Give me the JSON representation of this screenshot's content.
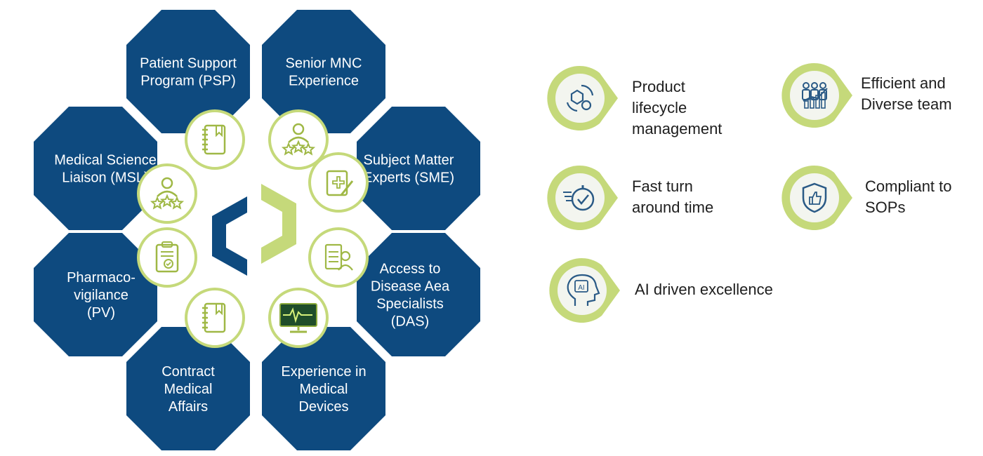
{
  "colors": {
    "navy": "#0e4a7f",
    "lime": "#c5d97a",
    "lime_dark": "#9fb845",
    "icon_line": "#2a5a86"
  },
  "services": [
    {
      "id": "psp",
      "lines": [
        "Patient Support",
        "Program (PSP)"
      ],
      "icon": "notebook-icon"
    },
    {
      "id": "mnc",
      "lines": [
        "Senior MNC",
        "Experience"
      ],
      "icon": "expert-stars-icon"
    },
    {
      "id": "sme",
      "lines": [
        "Subject Matter",
        "Experts (SME)"
      ],
      "icon": "writing-note-icon"
    },
    {
      "id": "das",
      "lines": [
        "Access to",
        "Disease Aea",
        "Specialists",
        "(DAS)"
      ],
      "icon": "doctor-record-icon"
    },
    {
      "id": "devices",
      "lines": [
        "Experience in",
        "Medical",
        "Devices"
      ],
      "icon": "monitor-icon"
    },
    {
      "id": "cma",
      "lines": [
        "Contract",
        "Medical",
        "Affairs"
      ],
      "icon": "notebook-icon"
    },
    {
      "id": "pv",
      "lines": [
        "Pharmaco-",
        "vigilance",
        "(PV)"
      ],
      "icon": "clipboard-check-icon"
    },
    {
      "id": "msl",
      "lines": [
        "Medical Science",
        "Liaison (MSL)"
      ],
      "icon": "expert-stars-icon"
    }
  ],
  "features": [
    {
      "id": "plm",
      "lines": [
        "Product",
        "lifecycle",
        "management"
      ],
      "icon": "lifecycle-icon"
    },
    {
      "id": "team",
      "lines": [
        "Efficient and",
        "Diverse team"
      ],
      "icon": "team-growth-icon"
    },
    {
      "id": "fast",
      "lines": [
        "Fast turn",
        "around time"
      ],
      "icon": "stopwatch-icon"
    },
    {
      "id": "sop",
      "lines": [
        "Compliant to",
        "SOPs"
      ],
      "icon": "shield-thumb-icon"
    },
    {
      "id": "ai",
      "lines": [
        "AI driven excellence"
      ],
      "icon": "ai-head-icon",
      "icon_text": "AI"
    }
  ]
}
